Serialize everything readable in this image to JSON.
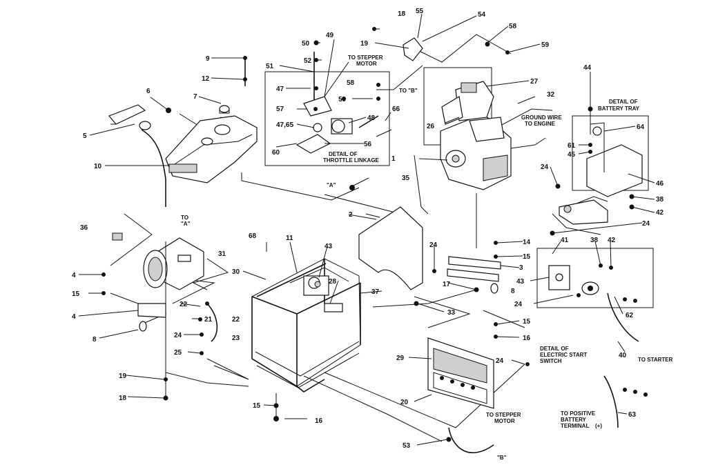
{
  "labels": {
    "n1": "1",
    "n2": "2",
    "n3": "3",
    "n4a": "4",
    "n4b": "4",
    "n5": "5",
    "n6": "6",
    "n7": "7",
    "n8a": "8",
    "n8b": "8",
    "n9": "9",
    "n10": "10",
    "n11": "11",
    "n12": "12",
    "n14": "14",
    "n15a": "15",
    "n15b": "15",
    "n15c": "15",
    "n15d": "15",
    "n16a": "16",
    "n16b": "16",
    "n17": "17",
    "n18a": "18",
    "n18b": "18",
    "n19a": "19",
    "n19b": "19",
    "n20": "20",
    "n21": "21",
    "n22a": "22",
    "n22b": "22",
    "n23": "23",
    "n24a": "24",
    "n24b": "24",
    "n24c": "24",
    "n24d": "24",
    "n24e": "24",
    "n24f": "24",
    "n25": "25",
    "n26": "26",
    "n27": "27",
    "n28": "28",
    "n29": "29",
    "n30": "30",
    "n31": "31",
    "n32": "32",
    "n33": "33",
    "n35": "35",
    "n36": "36",
    "n37": "37",
    "n38a": "38",
    "n38b": "38",
    "n40": "40",
    "n41": "41",
    "n42a": "42",
    "n42b": "42",
    "n43a": "43",
    "n43b": "43",
    "n44": "44",
    "n45": "45",
    "n46": "46",
    "n47": "47",
    "n4765": "47,65",
    "n48": "48",
    "n49": "49",
    "n50": "50",
    "n51": "51",
    "n52": "52",
    "n53": "53",
    "n54": "54",
    "n55": "55",
    "n56": "56",
    "n57": "57",
    "n58a": "58",
    "n58b": "58",
    "n59a": "59",
    "n59b": "59",
    "n60": "60",
    "n61": "61",
    "n62": "62",
    "n63": "63",
    "n64": "64",
    "n66": "66",
    "n68": "68"
  },
  "captions": {
    "to_stepper_motor_top_1": "TO STEPPER",
    "to_stepper_motor_top_2": "MOTOR",
    "to_b_top": "TO \"B\"",
    "detail_throttle_1": "DETAIL OF",
    "detail_throttle_2": "THROTTLE LINKAGE",
    "a_mark": "\"A\"",
    "to_a_1": "TO",
    "to_a_2": "\"A\"",
    "ground_wire_1": "GROUND WIRE",
    "ground_wire_2": "TO ENGINE",
    "detail_battery_1": "DETAIL OF",
    "detail_battery_2": "BATTERY TRAY",
    "detail_start_1": "DETAIL OF",
    "detail_start_2": "ELECTRIC START",
    "detail_start_3": "SWITCH",
    "to_starter": "TO STARTER",
    "to_stepper_bottom_1": "TO STEPPER",
    "to_stepper_bottom_2": "MOTOR",
    "to_positive_1": "TO POSITIVE",
    "to_positive_2": "BATTERY",
    "to_positive_3": "TERMINAL",
    "to_positive_4": "(+)",
    "b_mark": "\"B\""
  }
}
